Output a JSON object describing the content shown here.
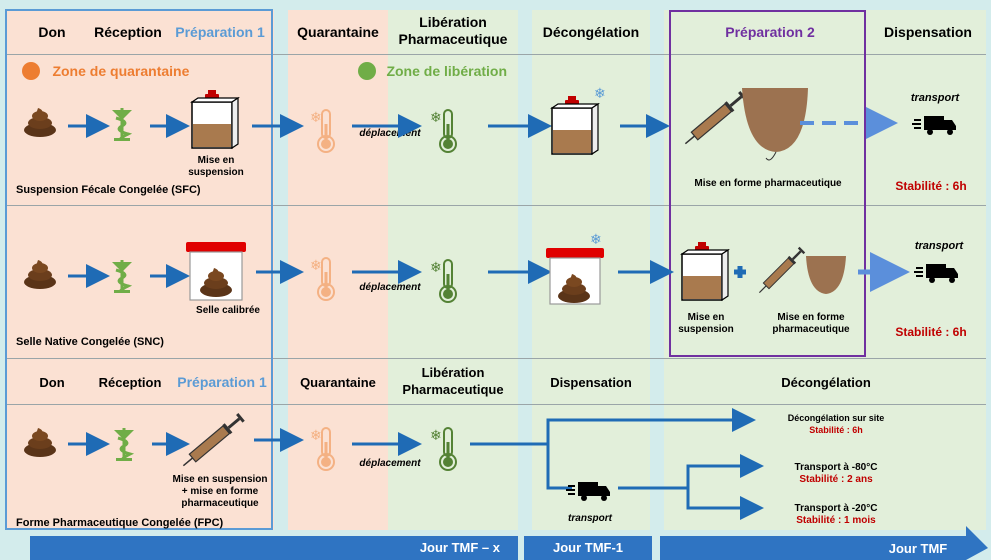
{
  "headers": {
    "don": "Don",
    "reception": "Réception",
    "preparation1": "Préparation 1",
    "quarantaine": "Quarantaine",
    "liberation": "Libération Pharmaceutique",
    "decongelation": "Décongélation",
    "preparation2": "Préparation 2",
    "dispensation": "Dispensation"
  },
  "zones": {
    "quarantaine": "Zone de quarantaine",
    "liberation": "Zone de libération"
  },
  "row1": {
    "name": "Suspension Fécale Congelée (SFC)",
    "mise_suspension": "Mise en suspension",
    "deplacement": "déplacement",
    "mise_forme": "Mise en forme pharmaceutique",
    "transport": "transport",
    "stabilite": "Stabilité : 6h"
  },
  "row2": {
    "name": "Selle Native Congelée (SNC)",
    "selle_calibree": "Selle calibrée",
    "deplacement": "déplacement",
    "mise_suspension": "Mise en suspension",
    "mise_forme": "Mise en forme pharmaceutique",
    "transport": "transport",
    "stabilite": "Stabilité : 6h"
  },
  "row3": {
    "don": "Don",
    "reception": "Réception",
    "preparation1": "Préparation 1",
    "quarantaine": "Quarantaine",
    "liberation": "Libération Pharmaceutique",
    "dispensation": "Dispensation",
    "decongelation": "Décongélation",
    "name": "Forme Pharmaceutique Congelée (FPC)",
    "mise_suspension": "Mise en suspension + mise en forme pharmaceutique",
    "deplacement": "déplacement",
    "transport": "transport",
    "decong_site": "Décongélation sur site",
    "stab_site": "Stabilité : 6h",
    "transport80": "Transport à -80°C",
    "stab80": "Stabilité : 2 ans",
    "transport20": "Transport à -20°C",
    "stab20": "Stabilité : 1 mois"
  },
  "timeline": {
    "x": "Jour TMF – x",
    "tmf1": "Jour TMF-1",
    "tmf": "Jour TMF"
  },
  "colors": {
    "quarantine_bg": "#fbe1d3",
    "liberation_bg": "#e2efda",
    "outer_bg": "#d3ecec",
    "arrow_blue": "#1f6bb5",
    "timeline_blue": "#2f74c2",
    "prep2_purple": "#7030a0",
    "prep1_blue": "#5b9bd5",
    "orange": "#ed7d31",
    "green": "#70ad47",
    "red": "#c00000"
  }
}
